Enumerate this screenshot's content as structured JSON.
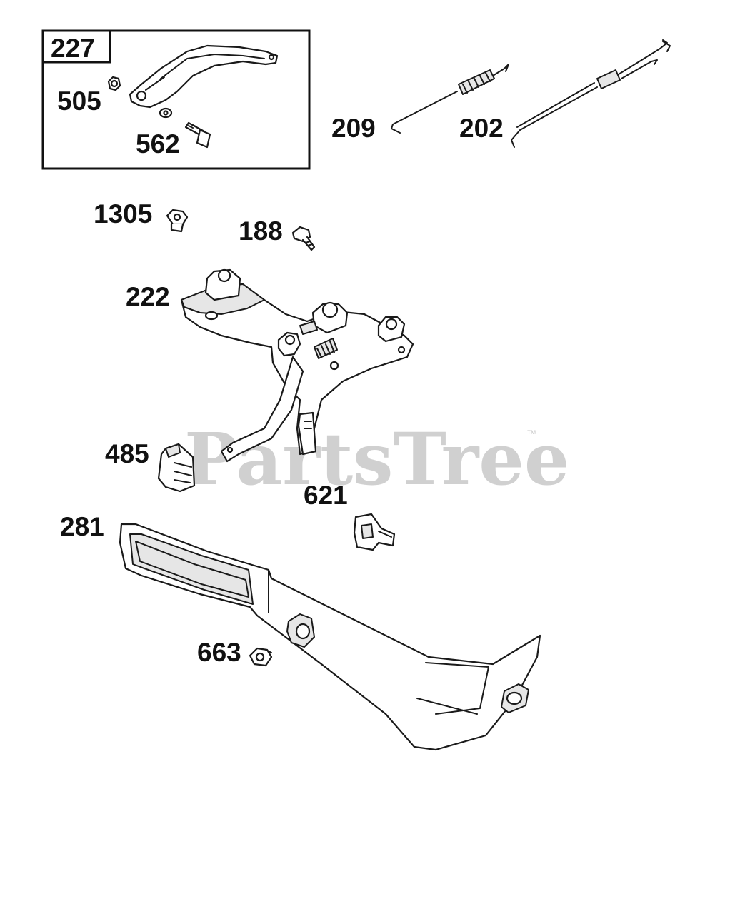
{
  "labels": {
    "p227": "227",
    "p505": "505",
    "p562": "562",
    "p209": "209",
    "p202": "202",
    "p1305": "1305",
    "p188": "188",
    "p222": "222",
    "p485": "485",
    "p621": "621",
    "p281": "281",
    "p663": "663"
  },
  "watermark": {
    "text": "PartsTree",
    "trademark": "™"
  },
  "colors": {
    "line": "#1a1a1a",
    "shade": "#e6e6e6",
    "watermark": "#d0d0d0"
  }
}
